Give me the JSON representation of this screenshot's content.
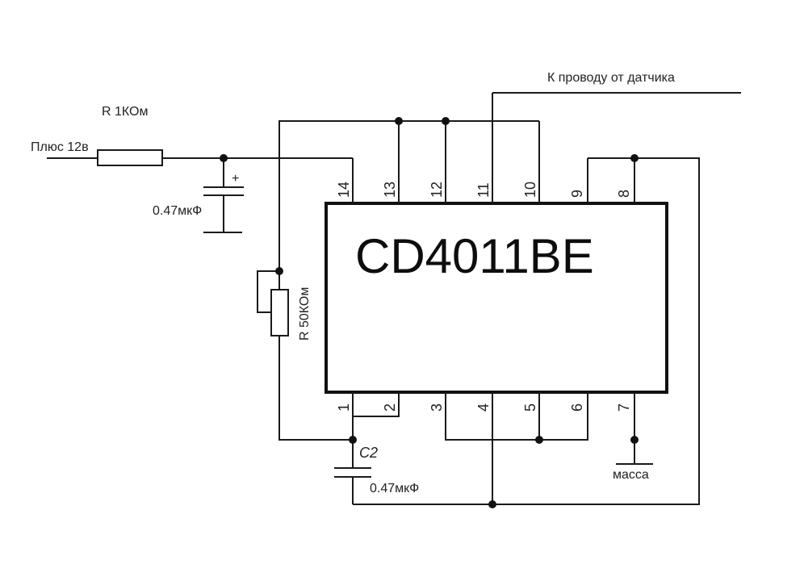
{
  "ic": {
    "name": "CD4011BE",
    "top_pins": [
      "14",
      "13",
      "12",
      "11",
      "10",
      "9",
      "8"
    ],
    "bottom_pins": [
      "1",
      "2",
      "3",
      "4",
      "5",
      "6",
      "7"
    ]
  },
  "labels": {
    "sensor_wire": "К проводу от датчика",
    "resistor_r1": "R 1КОм",
    "supply": "Плюс 12в",
    "cap_c1_value": "0.47мкФ",
    "cap_c1_polarity": "+",
    "resistor_r2": "R 50КОм",
    "cap_c2_name": "C2",
    "cap_c2_value": "0.47мкФ",
    "ground": "масса"
  },
  "colors": {
    "wire": "#1a1a1a",
    "background": "#ffffff"
  }
}
